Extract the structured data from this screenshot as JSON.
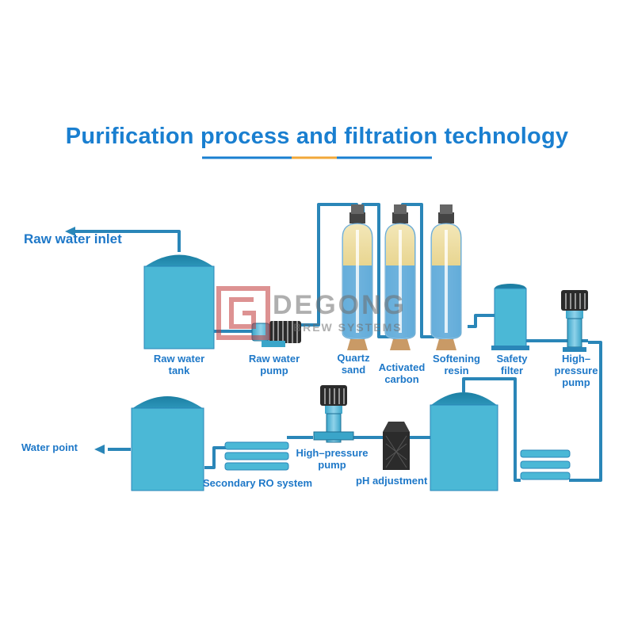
{
  "title": "Purification process and filtration technology",
  "colors": {
    "title_blue": "#1a7fd0",
    "underline_orange": "#f2a83a",
    "tank_fill": "#4bb8d6",
    "pipe_stroke": "#2a86b8",
    "label_blue": "#1e78c8"
  },
  "labels": {
    "raw_water_inlet": "Raw water inlet",
    "raw_water_tank": "Raw water\ntank",
    "raw_water_pump": "Raw water\npump",
    "quartz_sand": "Quartz\nsand",
    "activated_carbon": "Activated\ncarbon",
    "softening_resin": "Softening\nresin",
    "safety_filter": "Safety\nfilter",
    "high_pressure_pump_1": "High–\npressure\npump",
    "high_pressure_pump_2": "High–pressure\npump",
    "ph_adjustment": "pH adjustment",
    "secondary_ro_system": "Secondary RO system",
    "water_point": "Water point"
  },
  "watermark": {
    "brand": "DEGONG",
    "subtitle": "BREW SYSTEMS"
  }
}
